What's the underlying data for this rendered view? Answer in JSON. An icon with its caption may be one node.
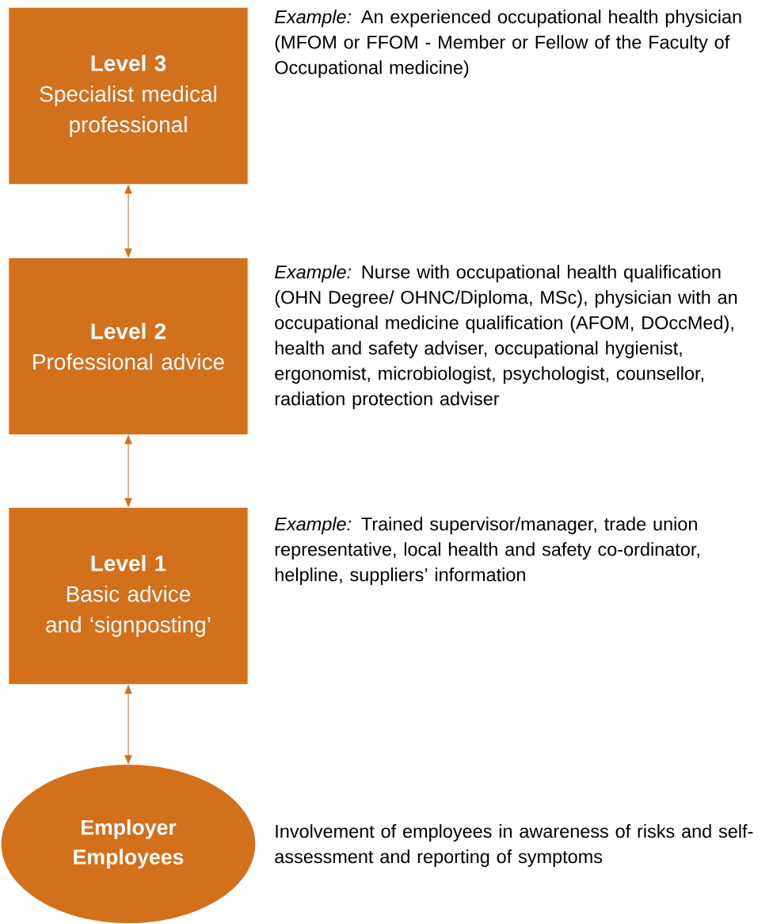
{
  "diagram": {
    "nodes": [
      {
        "text": [
          "Level 3",
          "Specialist medical professional"
        ],
        "beside": [
          "*Example:* An experienced occupational health physician (MFOM or FFOM - Member or Fellow of the Faculty of Occupational medicine)"
        ]
      },
      {
        "text": [
          "Level 2",
          "Professional advice"
        ],
        "beside": [
          "*Example:* Nurse with occupational health qualification (OHN Degree/ OHNC/Diploma, MSc), physician with an occupational medicine qualification (AFOM, DOccMed), health and safety adviser, occupational hygienist, ergonomist, microbiologist, psychologist, counsellor, radiation protection adviser"
        ]
      },
      {
        "text": [
          "Level 1",
          "Basic advice and ‘signposting’"
        ],
        "beside": [
          "*Example:* Trained supervisor/manager, trade union representative, local health and safety co-ordinator, helpline, suppliers’ information"
        ]
      },
      {
        "text": [
          "Employer Employees"
        ],
        "beside": [
          "Involvement of employees in awareness of risks and self-assessment and reporting of symptoms"
        ]
      }
    ],
    "edges": [
      {
        "from": 0,
        "to": 1,
        "arrow": "both"
      },
      {
        "from": 1,
        "to": 2,
        "arrow": "both"
      },
      {
        "from": 2,
        "to": 3,
        "arrow": "both"
      }
    ]
  }
}
